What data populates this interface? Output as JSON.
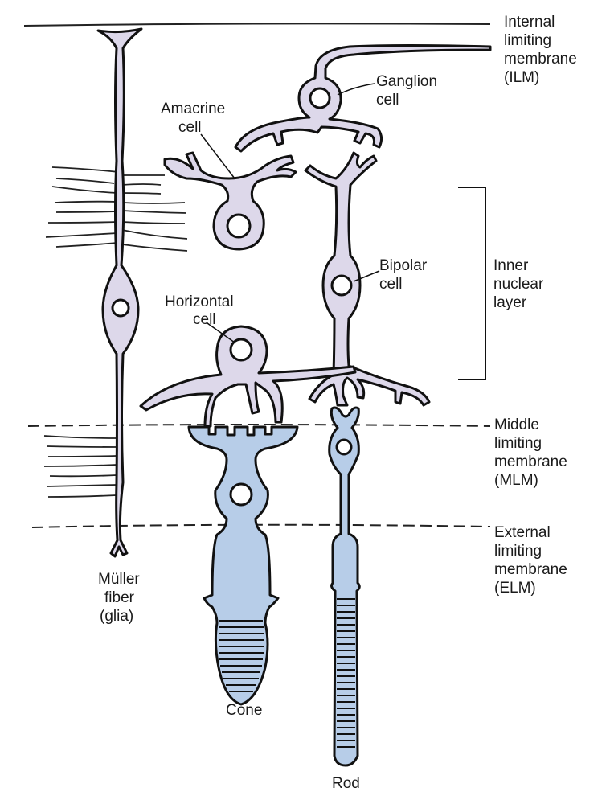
{
  "colors": {
    "glia_neuron": "#ddd8ea",
    "photoreceptor": "#b7cde8",
    "outline": "#111111"
  },
  "layers": {
    "ilm": [
      "Internal",
      "limiting",
      "membrane",
      "(ILM)"
    ],
    "inl": [
      "Inner",
      "nuclear",
      "layer"
    ],
    "mlm": [
      "Middle",
      "limiting",
      "membrane",
      "(MLM)"
    ],
    "elm": [
      "External",
      "limiting",
      "membrane",
      "(ELM)"
    ]
  },
  "cells": {
    "ganglion": [
      "Ganglion",
      "cell"
    ],
    "amacrine": [
      "Amacrine",
      "cell"
    ],
    "bipolar": [
      "Bipolar",
      "cell"
    ],
    "horizontal": [
      "Horizontal",
      "cell"
    ],
    "muller": [
      "Müller",
      "fiber",
      "(glia)"
    ],
    "cone": "Cone",
    "rod": "Rod"
  }
}
